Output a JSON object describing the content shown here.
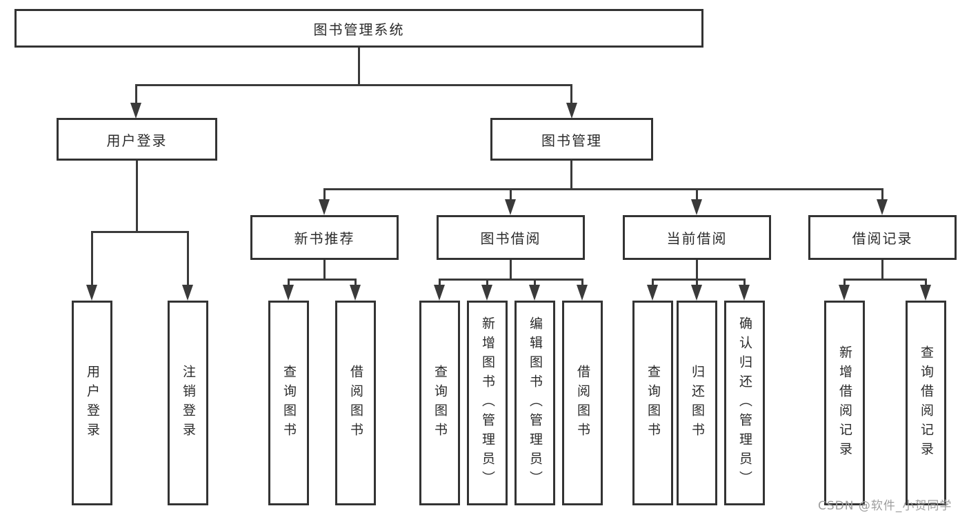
{
  "colors": {
    "background": "#ffffff",
    "box_border": "#333333",
    "connector": "#3a3a3a",
    "text": "#2b2b2b",
    "watermark": "#9e9e9e"
  },
  "tree": {
    "label": "图书管理系统",
    "children": [
      {
        "label": "用户登录",
        "children": [
          {
            "label": "用户登录"
          },
          {
            "label": "注销登录"
          }
        ]
      },
      {
        "label": "图书管理",
        "children": [
          {
            "label": "新书推荐",
            "children": [
              {
                "label": "查询图书"
              },
              {
                "label": "借阅图书"
              }
            ]
          },
          {
            "label": "图书借阅",
            "children": [
              {
                "label": "查询图书"
              },
              {
                "label": "新增图书（管理员）"
              },
              {
                "label": "编辑图书（管理员）"
              },
              {
                "label": "借阅图书"
              }
            ]
          },
          {
            "label": "当前借阅",
            "children": [
              {
                "label": "查询图书"
              },
              {
                "label": "归还图书"
              },
              {
                "label": "确认归还（管理员）"
              }
            ]
          },
          {
            "label": "借阅记录",
            "children": [
              {
                "label": "新增借阅记录"
              },
              {
                "label": "查询借阅记录"
              }
            ]
          }
        ]
      }
    ]
  },
  "watermark": {
    "text": "CSDN @软件_小贺同学"
  }
}
